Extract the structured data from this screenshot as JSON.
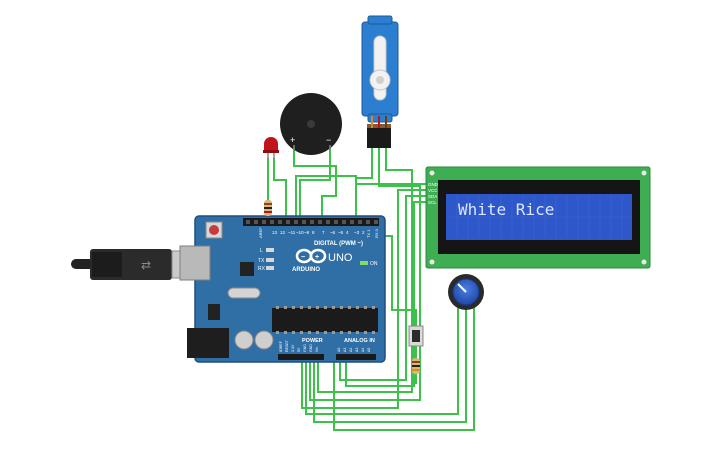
{
  "lcd": {
    "text": "White Rice",
    "pins": [
      "GND",
      "VCC",
      "SDA",
      "SCL"
    ]
  },
  "arduino": {
    "brand": "ARDUINO",
    "model": "UNO",
    "digital_label": "DIGITAL (PWM ~)",
    "power_label": "POWER",
    "analog_label": "ANALOG IN",
    "on_label": "ON",
    "tx_label": "TX",
    "rx_label": "RX",
    "l_label": "L",
    "aref_label": "AREF",
    "digital_pins": [
      "13",
      "12",
      "~11",
      "~10",
      "~9",
      "8",
      "7",
      "~6",
      "~5",
      "4",
      "~3",
      "2",
      "TX 1",
      "RX 0"
    ],
    "power_pins": [
      "IOREF",
      "RESET",
      "3.3V",
      "5V",
      "GND",
      "GND",
      "Vin"
    ],
    "analog_pins": [
      "A0",
      "A1",
      "A2",
      "A3",
      "A4",
      "A5"
    ]
  },
  "buzzer": {
    "plus_label": "+",
    "minus_label": "−"
  },
  "colors": {
    "board": "#2f6fa6",
    "board_dark": "#1f4f7c",
    "wire": "#3cc24a",
    "lcd_pcb": "#3fae53",
    "lcd_screen": "#2e57c9",
    "lcd_text": "#dbe6ff",
    "servo": "#2c7fd0",
    "led": "#c0131a"
  }
}
